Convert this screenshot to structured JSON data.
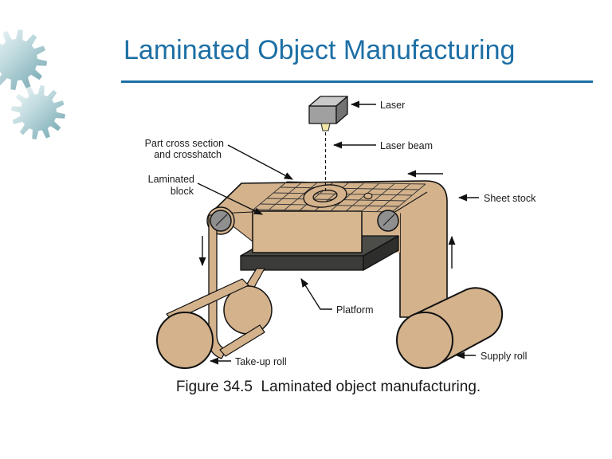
{
  "slide": {
    "title": "Laminated Object Manufacturing",
    "caption": "Figure 34.5  Laminated object manufacturing."
  },
  "diagram": {
    "labels": {
      "laser": "Laser",
      "laser_beam": "Laser beam",
      "part_cross_section": [
        "Part cross section",
        "and crosshatch"
      ],
      "laminated_block": [
        "Laminated",
        "block"
      ],
      "sheet_stock": "Sheet stock",
      "platform": "Platform",
      "take_up_roll": "Take-up roll",
      "supply_roll": "Supply roll"
    },
    "colors": {
      "accent_blue": "#1d6fa5",
      "sheet_tan": "#d3b28c",
      "block_tan": "#d7b790",
      "platform_top": "#4c4c49",
      "platform_front": "#3b3b39",
      "platform_side": "#2e2e2c",
      "roller_gray": "#8f8f8f",
      "laser_front": "#a0a0a0",
      "laser_top": "#c9c9c9",
      "laser_side": "#737373",
      "nozzle_yellow": "#f2e6a7",
      "gear_light": "#f4fafb",
      "gear_dark": "#6fa3ae",
      "outline": "#111111",
      "text": "#1a1a1a"
    }
  }
}
